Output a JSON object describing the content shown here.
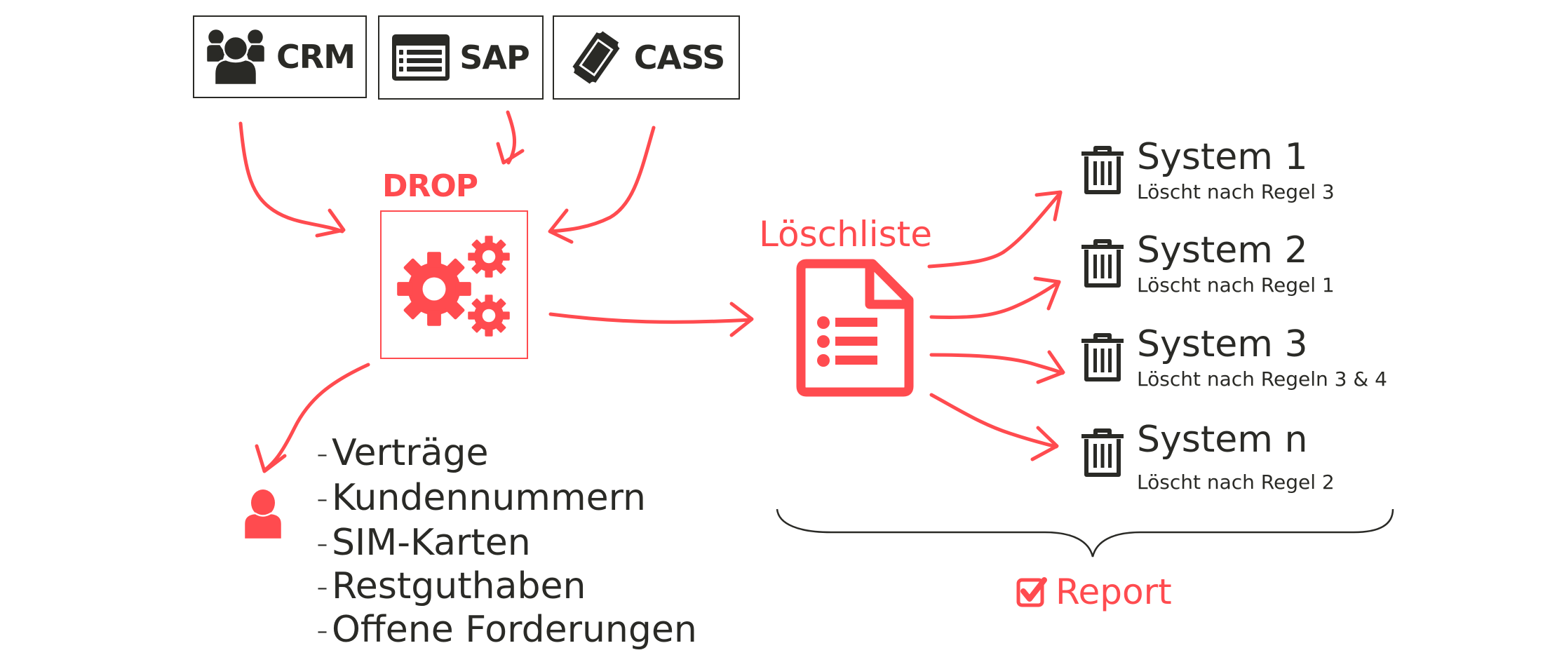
{
  "colors": {
    "accent": "#ff4b4f",
    "dark": "#2a2a26"
  },
  "sources": [
    {
      "label": "CRM",
      "icon": "users-group-icon"
    },
    {
      "label": "SAP",
      "icon": "list-window-icon"
    },
    {
      "label": "CASS",
      "icon": "ticket-icon"
    }
  ],
  "drop": {
    "title": "DROP",
    "icon": "gears-icon"
  },
  "deletion_list": {
    "title": "Löschliste",
    "icon": "list-document-icon"
  },
  "systems": [
    {
      "name": "System 1",
      "rule": "Löscht nach Regel 3"
    },
    {
      "name": "System 2",
      "rule": "Löscht nach Regel 1"
    },
    {
      "name": "System 3",
      "rule": "Löscht nach Regeln 3 & 4"
    },
    {
      "name": "System n",
      "rule": "Löscht nach Regel 2"
    }
  ],
  "customer": {
    "icon": "person-icon",
    "dash": "–",
    "items": [
      "Verträge",
      "Kundennummern",
      "SIM-Karten",
      "Restguthaben",
      "Offene Forderungen"
    ]
  },
  "report": {
    "label": "Report",
    "icon": "checkbox-checked-icon"
  }
}
